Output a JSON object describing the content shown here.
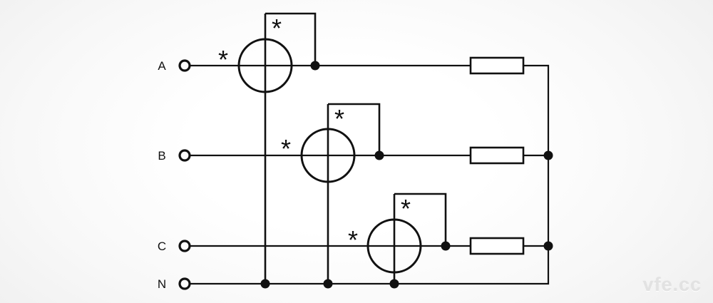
{
  "diagram": {
    "phase_labels": {
      "a": "A",
      "b": "B",
      "c": "C",
      "n": "N"
    },
    "polarity_mark": "*",
    "watermark_text": "vfe.cc",
    "colors": {
      "line": "#111111",
      "background_center": "#ffffff",
      "background_edge": "#ededed",
      "watermark": "#e2e2e2"
    }
  }
}
